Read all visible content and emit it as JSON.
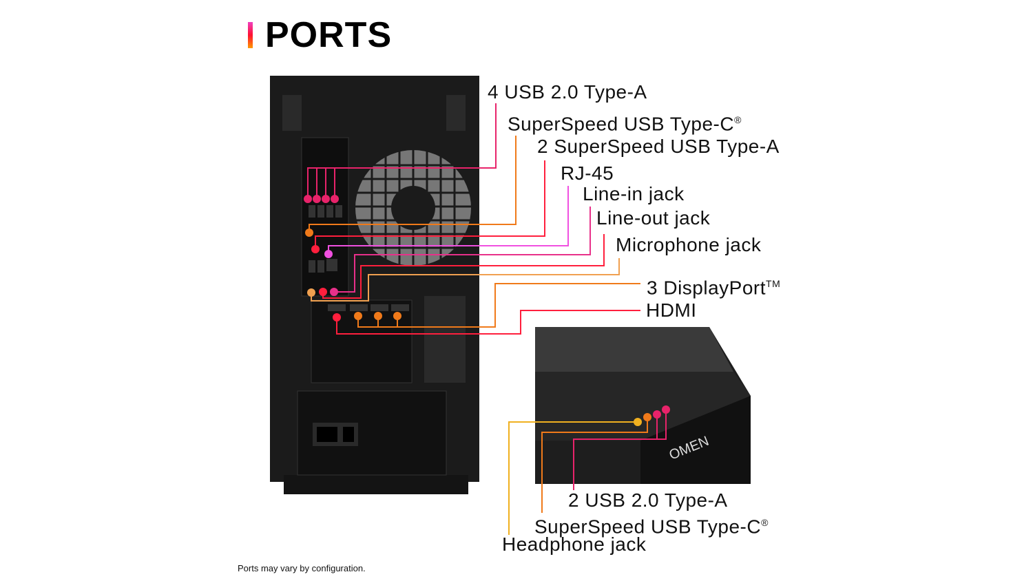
{
  "title": "PORTS",
  "rear_labels": {
    "usb20": "4 USB 2.0 Type-A",
    "usbc": "SuperSpeed USB Type-C",
    "usbc_mark": "®",
    "ss_a": "2 SuperSpeed USB Type-A",
    "rj45": "RJ-45",
    "line_in": "Line-in jack",
    "line_out": "Line-out jack",
    "mic": "Microphone jack",
    "dp": "3 DisplayPort",
    "dp_mark": "TM",
    "hdmi": "HDMI"
  },
  "front_labels": {
    "usb20": "2 USB 2.0 Type-A",
    "usbc": "SuperSpeed USB Type-C",
    "usbc_mark": "®",
    "headphone": "Headphone jack"
  },
  "logo_text": "OMEN",
  "footnote": "Ports may vary by configuration.",
  "colors": {
    "pink": "#e8236a",
    "orange": "#f07a1a",
    "red": "#ff1f3d",
    "magenta": "#f050e0",
    "yellow": "#f0b020"
  }
}
